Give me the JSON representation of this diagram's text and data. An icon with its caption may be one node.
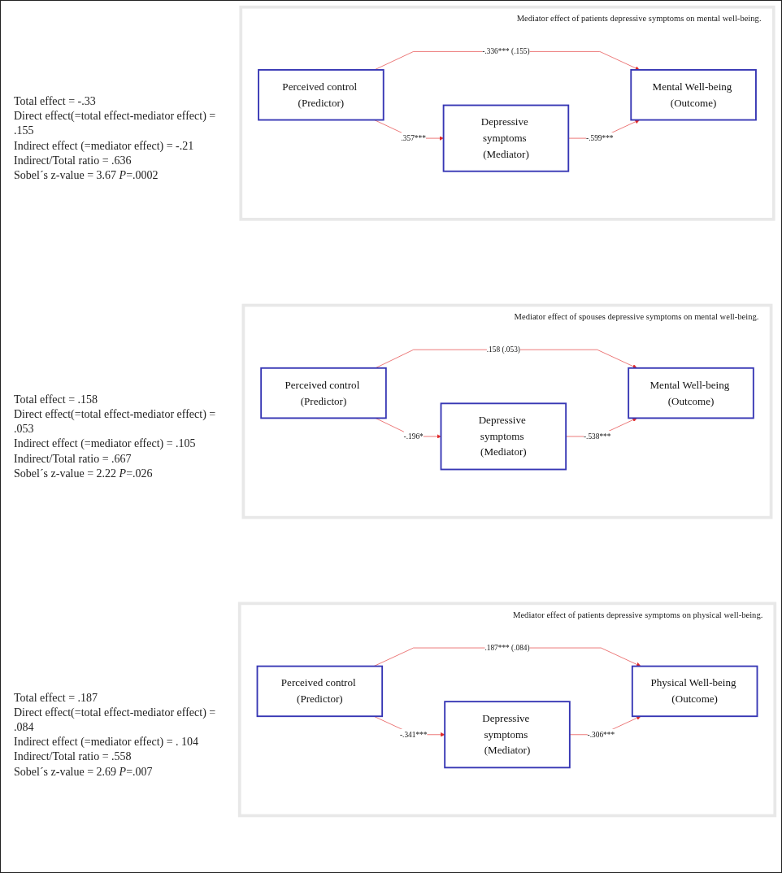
{
  "diagram": {
    "nodes": [
      {
        "text": [
          "Mediator effect of patients depressive symptoms on mental well-being."
        ]
      },
      {
        "text": [
          "Perceived control (Predictor)"
        ],
        "in": 0
      },
      {
        "text": [
          "Mental Well-being (Outcome)"
        ],
        "in": 0
      },
      {
        "text": [
          "Depressive symptoms (Mediator)"
        ],
        "in": 0
      },
      {
        "text": [
          "Mediator effect of spouses depressive symptoms on mental well-being."
        ]
      },
      {
        "text": [
          "Perceived control (Predictor)"
        ],
        "in": 4
      },
      {
        "text": [
          "Mental Well-being (Outcome)"
        ],
        "in": 4
      },
      {
        "text": [
          "Depressive symptoms (Mediator)"
        ],
        "in": 4
      },
      {
        "text": [
          "Mediator effect of patients depressive symptoms on physical well-being."
        ]
      },
      {
        "text": [
          "Perceived control (Predictor)"
        ],
        "in": 8
      },
      {
        "text": [
          "Physical Well-being (Outcome)"
        ],
        "in": 8
      },
      {
        "text": [
          "Depressive symptoms (Mediator)"
        ],
        "in": 8
      }
    ],
    "edges": [
      {
        "from": 1,
        "to": 2,
        "arrow": "to",
        "label": "-.336*** (.155)"
      },
      {
        "from": 1,
        "to": 3,
        "arrow": "to",
        "label": ".357***"
      },
      {
        "from": 3,
        "to": 2,
        "arrow": "to",
        "label": "-.599***"
      },
      {
        "from": 5,
        "to": 6,
        "arrow": "to",
        "label": ".158 (.053)"
      },
      {
        "from": 5,
        "to": 7,
        "arrow": "to",
        "label": "-.196*"
      },
      {
        "from": 7,
        "to": 6,
        "arrow": "to",
        "label": "-.538***"
      },
      {
        "from": 9,
        "to": 10,
        "arrow": "to",
        "label": ".187*** (.084)"
      },
      {
        "from": 9,
        "to": 11,
        "arrow": "to",
        "label": "-.341***"
      },
      {
        "from": 11,
        "to": 10,
        "arrow": "to",
        "label": "-.306***"
      }
    ],
    "labels": [
      "Total effect = -.33",
      "Direct effect(=total effect-mediator effect) = .155",
      "Indirect effect (=mediator effect) = -.21",
      "Indirect/Total ratio = .636",
      "Sobel´s z-value = 3.67 *P*=.0002",
      "Total effect = .158",
      "Direct effect(=total effect-mediator effect) = .053",
      "Indirect effect (=mediator effect) = .105",
      "Indirect/Total ratio = .667",
      "Sobel´s z-value = 2.22 *P*=.026",
      "Total effect = .187",
      "Direct effect(=total effect-mediator effect) = .084",
      "Indirect effect (=mediator effect) = . 104",
      "Indirect/Total ratio = .558",
      "Sobel´s z-value = 2.69 *P*=.007"
    ]
  }
}
